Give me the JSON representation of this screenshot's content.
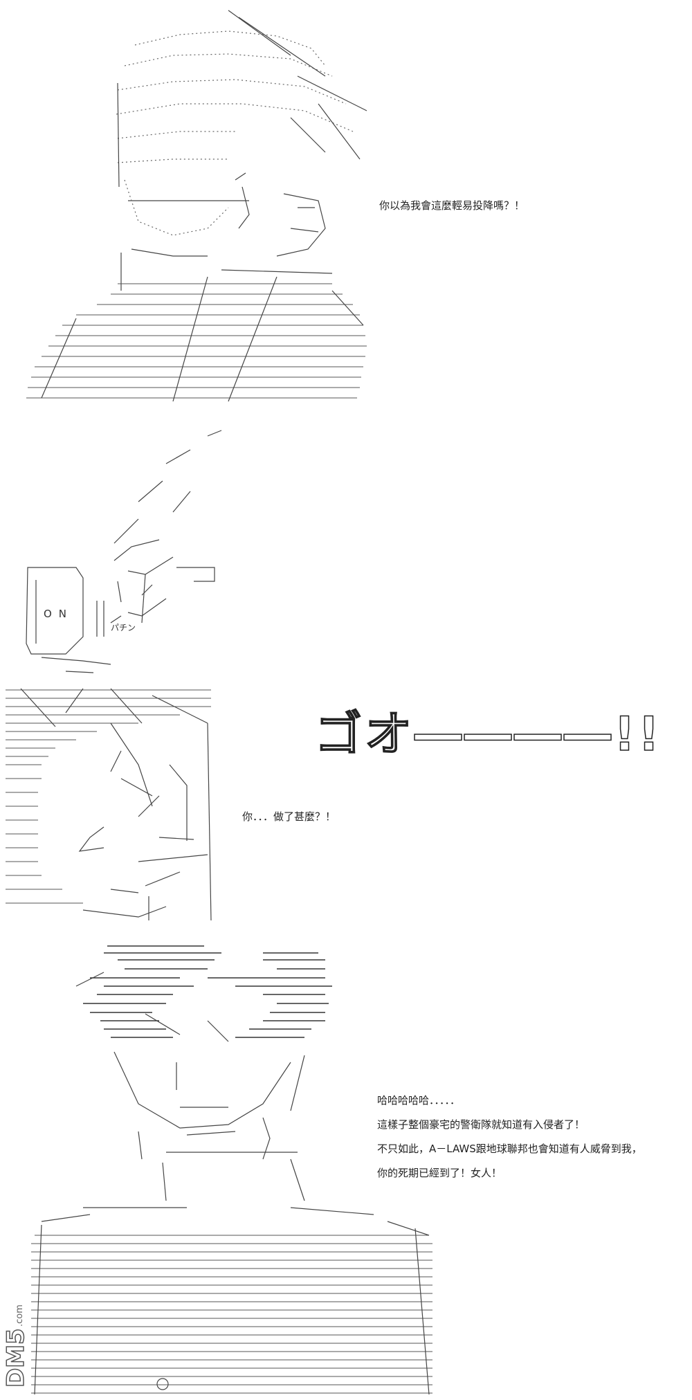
{
  "panels": [
    {
      "dialogue": [
        "你以為我會這麼輕易投降嗎？！"
      ]
    },
    {
      "labels": {
        "switch": "ON",
        "sfx": "パチン"
      }
    },
    {
      "sfx": "ゴオ――――!!",
      "dialogue": [
        "你．．．做了甚麼？！"
      ]
    },
    {
      "dialogue": [
        "哈哈哈哈哈．．．．．",
        "這樣子整個豪宅的警衛隊就知道有入侵者了！",
        "不只如此，A－LAWS跟地球聯邦也會知道有人威脅到我，",
        "你的死期已經到了！女人！"
      ]
    }
  ],
  "watermark": {
    "logo": "DM5",
    "suffix": ".com"
  },
  "colors": {
    "background": "#ffffff",
    "ink": "#222222"
  }
}
